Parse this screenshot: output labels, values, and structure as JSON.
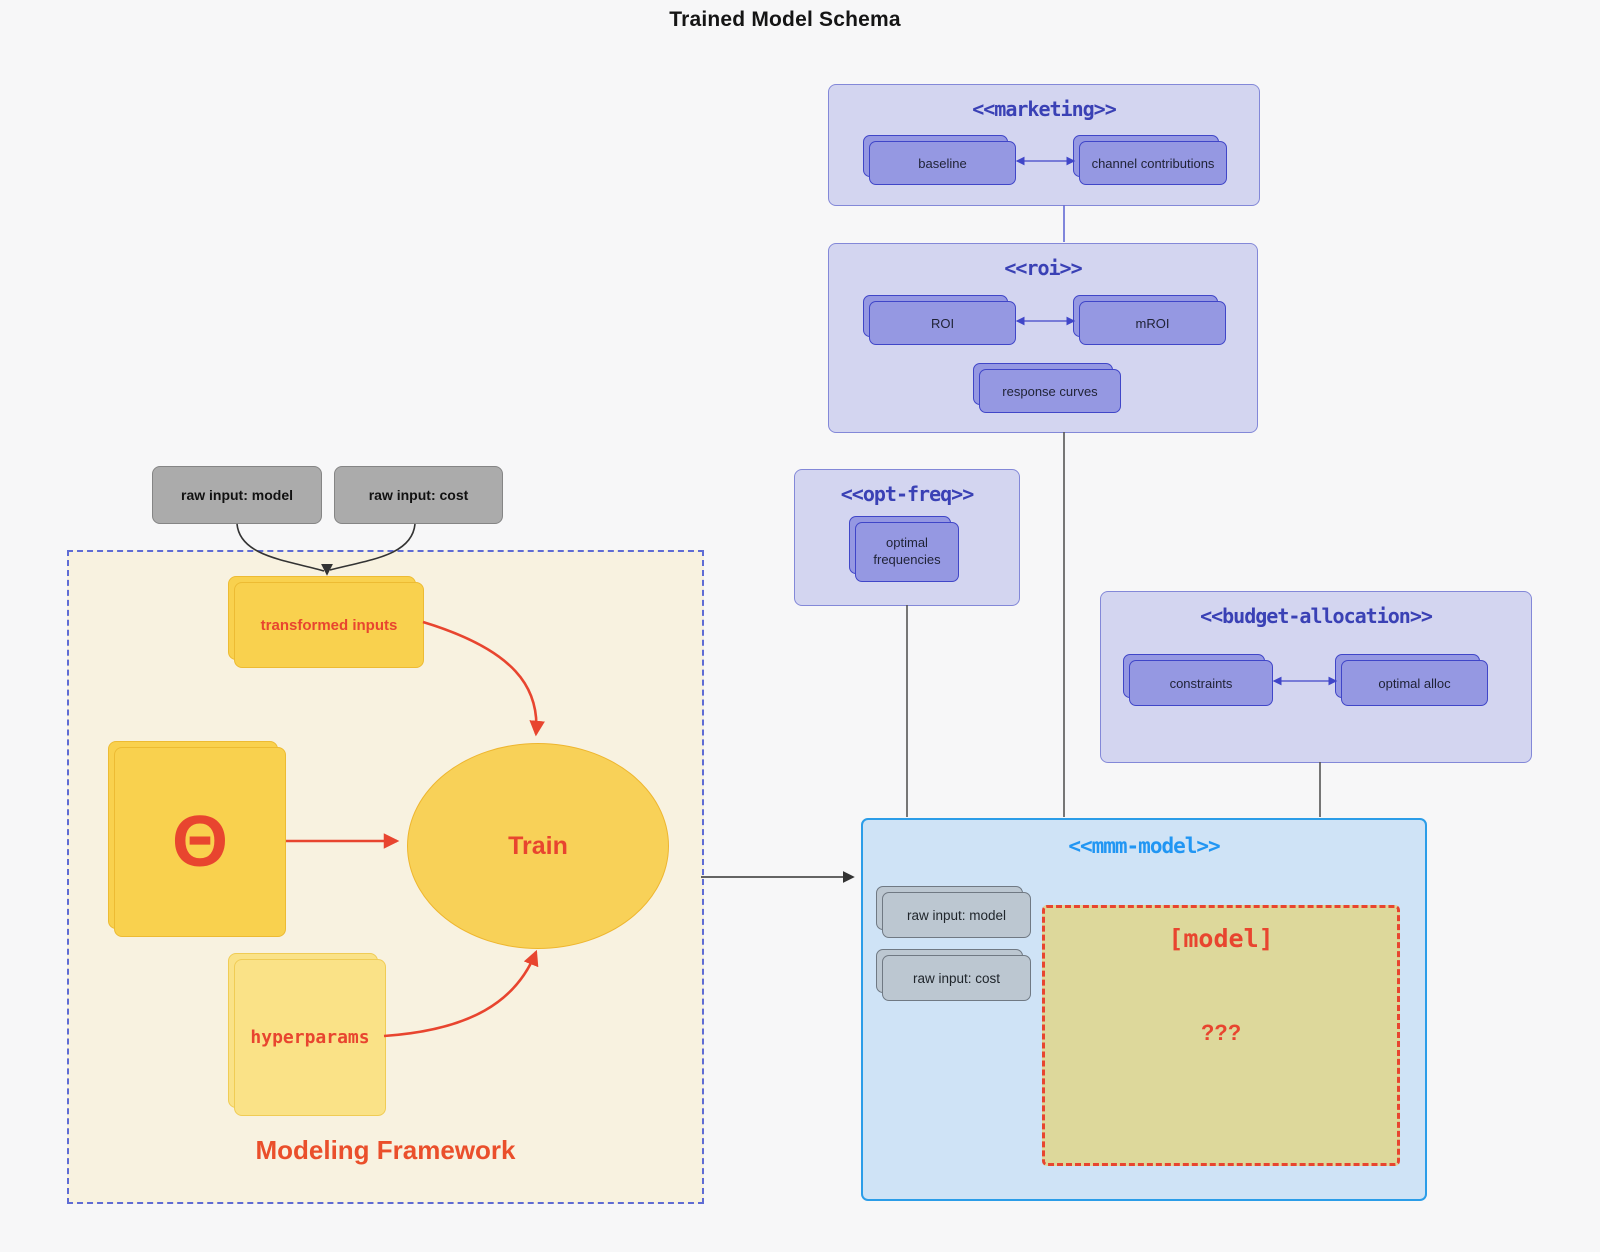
{
  "diagram_title": "Trained Model Schema",
  "groups": {
    "marketing": {
      "title": "<<marketing>>",
      "nodes": {
        "baseline": "baseline",
        "channel": "channel contributions"
      }
    },
    "roi": {
      "title": "<<roi>>",
      "nodes": {
        "roi": "ROI",
        "mroi": "mROI",
        "response": "response curves"
      }
    },
    "opt_freq": {
      "title": "<<opt-freq>>",
      "nodes": {
        "optimal_frequencies": "optimal frequencies"
      }
    },
    "budget": {
      "title": "<<budget-allocation>>",
      "nodes": {
        "constraints": "constraints",
        "optimal_alloc": "optimal alloc"
      }
    },
    "mmm": {
      "title": "<<mmm-model>>",
      "nodes": {
        "raw_model": "raw input: model",
        "raw_cost": "raw input: cost"
      },
      "model_placeholder": {
        "label": "[model]",
        "unknown": "???"
      }
    }
  },
  "external_inputs": {
    "raw_model": "raw input: model",
    "raw_cost": "raw input: cost"
  },
  "framework": {
    "label": "Modeling Framework",
    "nodes": {
      "transformed_inputs": "transformed inputs",
      "theta": "Θ",
      "train": "Train",
      "hyperparams": "hyperparams"
    }
  },
  "colors": {
    "background": "#f7f7f8",
    "purple_group_fill": "#d3d5f0",
    "purple_group_border": "#8388d8",
    "purple_title": "#3a41b5",
    "purple_node_fill": "#9598e2",
    "purple_node_border": "#4046c8",
    "mmm_fill": "#cfe3f6",
    "mmm_border": "#2b9de8",
    "mmm_title": "#2196f3",
    "khaki_fill": "#ddd89b",
    "red_accent": "#e8452f",
    "cream_fill": "#f8f2e0",
    "framework_border": "#5f6cd5",
    "yellow_fill": "#f9d14e",
    "yellow_border": "#edbb33",
    "hyperparams_fill": "#fae287",
    "gray_node_fill": "#ababab",
    "gray_inner_fill": "#bcc7d1"
  }
}
